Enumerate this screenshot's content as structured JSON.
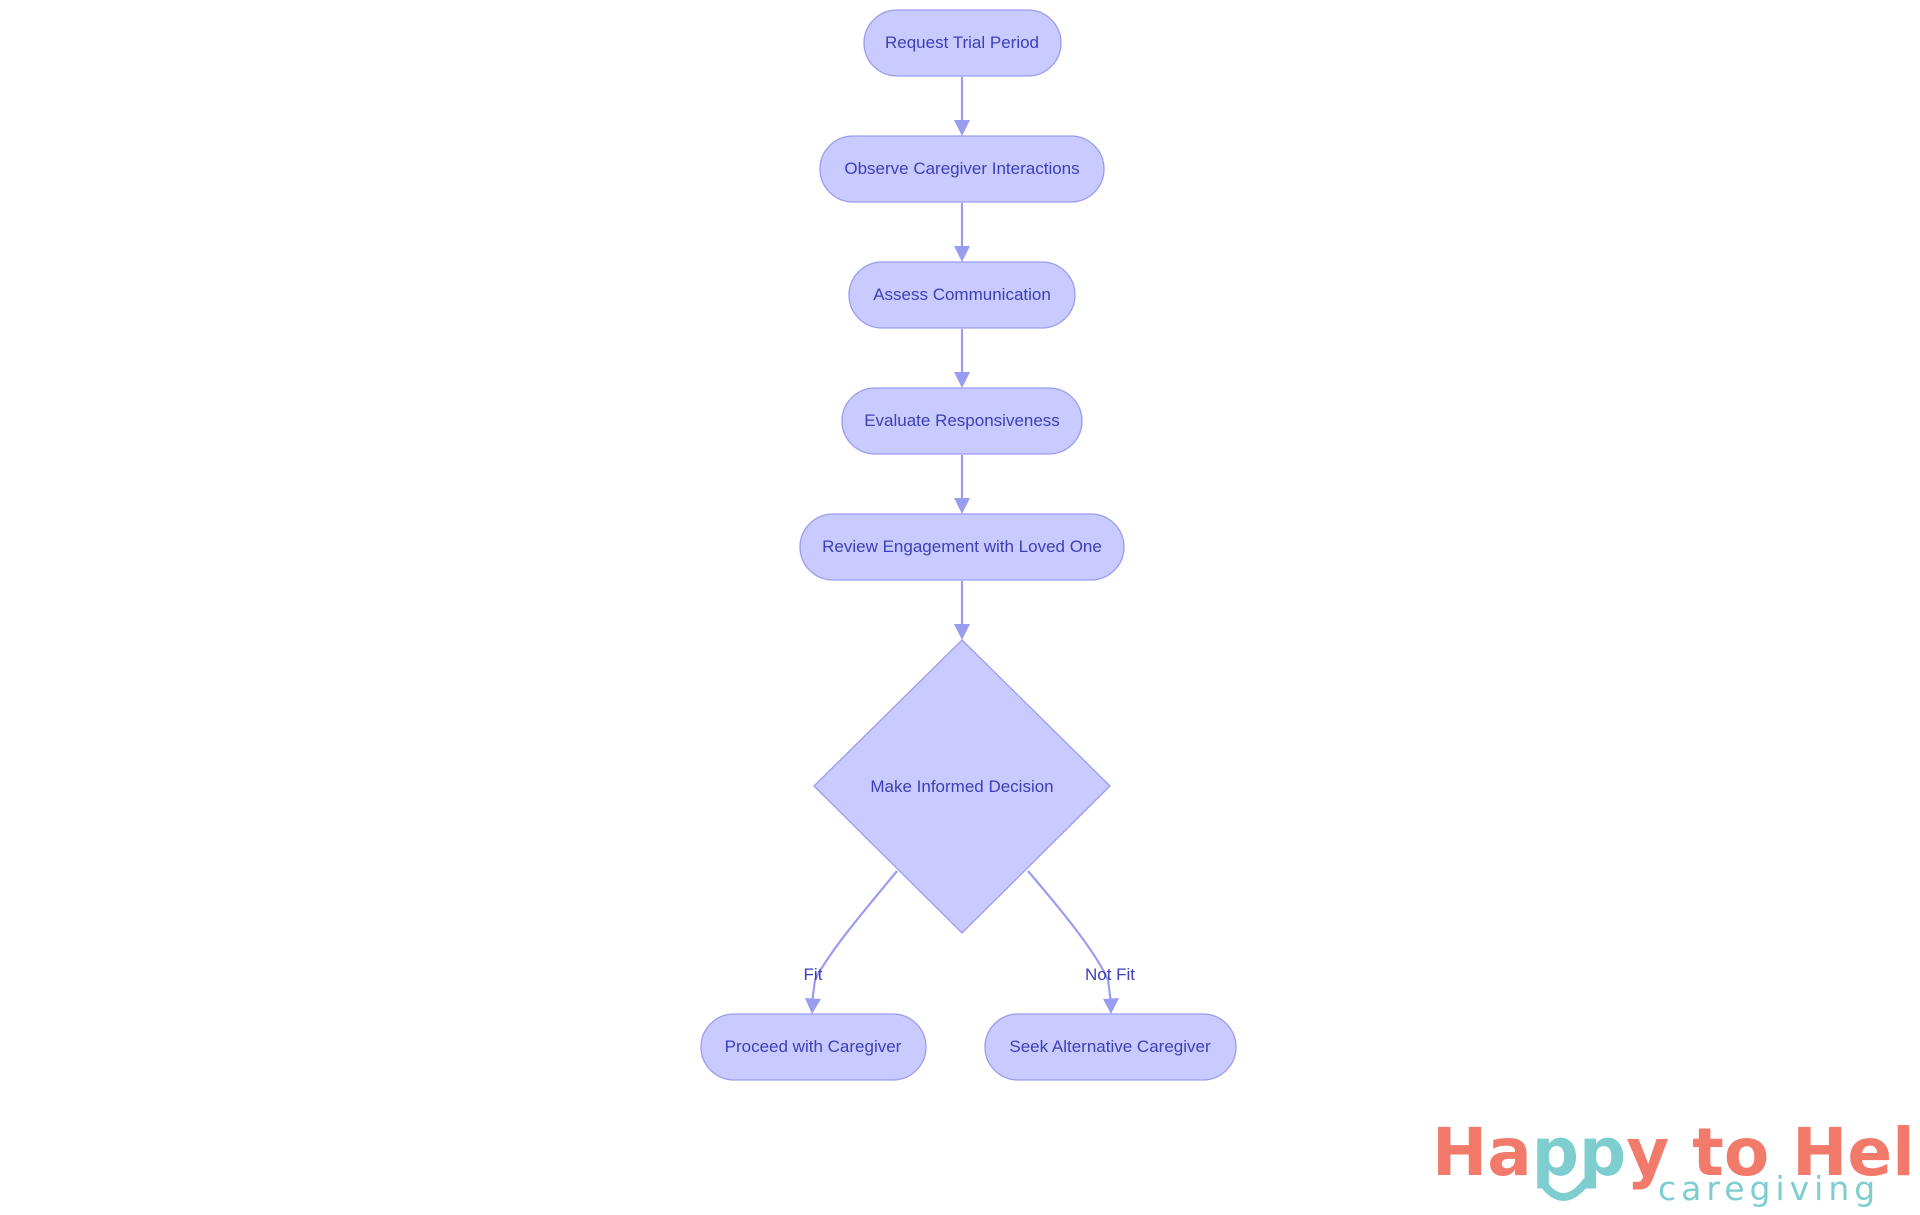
{
  "diagram": {
    "nodes": [
      {
        "id": "request",
        "label": "Request Trial Period",
        "shape": "rounded"
      },
      {
        "id": "observe",
        "label": "Observe Caregiver Interactions",
        "shape": "rounded"
      },
      {
        "id": "assess",
        "label": "Assess Communication",
        "shape": "rounded"
      },
      {
        "id": "evaluate",
        "label": "Evaluate Responsiveness",
        "shape": "rounded"
      },
      {
        "id": "review",
        "label": "Review Engagement with Loved One",
        "shape": "rounded"
      },
      {
        "id": "decision",
        "label": "Make Informed Decision",
        "shape": "diamond"
      },
      {
        "id": "proceed",
        "label": "Proceed with Caregiver",
        "shape": "rounded"
      },
      {
        "id": "seek",
        "label": "Seek Alternative Caregiver",
        "shape": "rounded"
      }
    ],
    "edges": [
      {
        "from": "request",
        "to": "observe",
        "label": ""
      },
      {
        "from": "observe",
        "to": "assess",
        "label": ""
      },
      {
        "from": "assess",
        "to": "evaluate",
        "label": ""
      },
      {
        "from": "evaluate",
        "to": "review",
        "label": ""
      },
      {
        "from": "review",
        "to": "decision",
        "label": ""
      },
      {
        "from": "decision",
        "to": "proceed",
        "label": "Fit"
      },
      {
        "from": "decision",
        "to": "seek",
        "label": "Not Fit"
      }
    ],
    "colors": {
      "node_fill": "#c9caff",
      "node_stroke": "#9a9cf0",
      "edge": "#9a9cf0",
      "text": "#3b3fb8"
    }
  },
  "logo": {
    "word_happy_start": "Ha",
    "word_happy_mid": "pp",
    "word_happy_end": "y",
    "word_rest": " to Help",
    "subtitle": "caregiving",
    "colors": {
      "coral": "#f27a6b",
      "teal": "#7ecdcf"
    }
  }
}
